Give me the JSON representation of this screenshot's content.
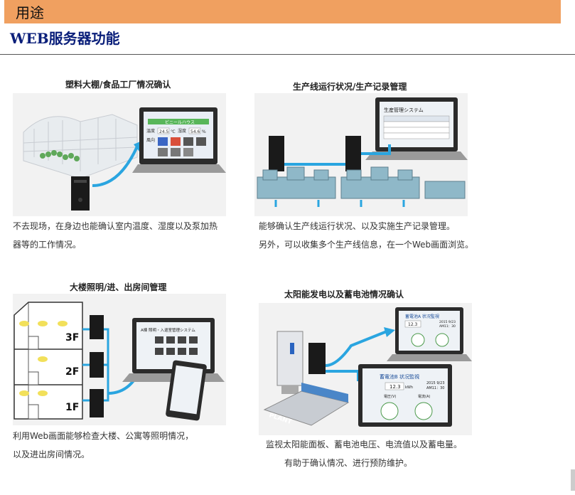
{
  "banner": {
    "title": "用途"
  },
  "heading": "WEB服务器功能",
  "sections": [
    {
      "title": "塑料大棚/食品工厂情况确认",
      "screen_title": "ビニールハウス",
      "labels": [
        "温度",
        "24.5",
        "℃",
        "湿度",
        "54.6",
        "%",
        "風向"
      ],
      "desc": [
        "不去现场，在身边也能确认室内温度、湿度以及泵加热",
        "器等的工作情况。"
      ]
    },
    {
      "title": "生产线运行状况/生产记录管理",
      "screen_title": "生産管理システム",
      "desc": [
        "能够确认生产线运行状况、以及实施生产记录管理。",
        "另外，可以收集多个生产线信息，在一个Web画面浏览。"
      ]
    },
    {
      "title": "大楼照明/进、出房间管理",
      "screen_title": "A棟 照明・入退室管理システム",
      "floors": [
        "3F",
        "2F",
        "1F"
      ],
      "desc": [
        "利用Web画面能够检查大楼、公寓等照明情况，",
        "以及进出房间情况。"
      ]
    },
    {
      "title": "太阳能发电以及蓄电池情况确认",
      "screen_top_title": "蓄電池A 状况監視",
      "screen_top_value": "12.3",
      "screen_top_date": "2015 9/23",
      "screen_top_time": "AM11：30",
      "screen_bottom_title": "蓄電池B 状况監視",
      "screen_bottom_value": "12.3",
      "screen_bottom_unit": "kWh",
      "screen_bottom_date": "2015 9/23",
      "screen_bottom_time": "AM11：30",
      "gauge_labels": [
        "電圧(V)",
        "電流(A)"
      ],
      "plant_label": "PLANT",
      "desc": [
        "监视太阳能面板、蓄电池电压、电流值以及蓄电量。",
        "有助于确认情况、进行预防维护。"
      ]
    }
  ]
}
